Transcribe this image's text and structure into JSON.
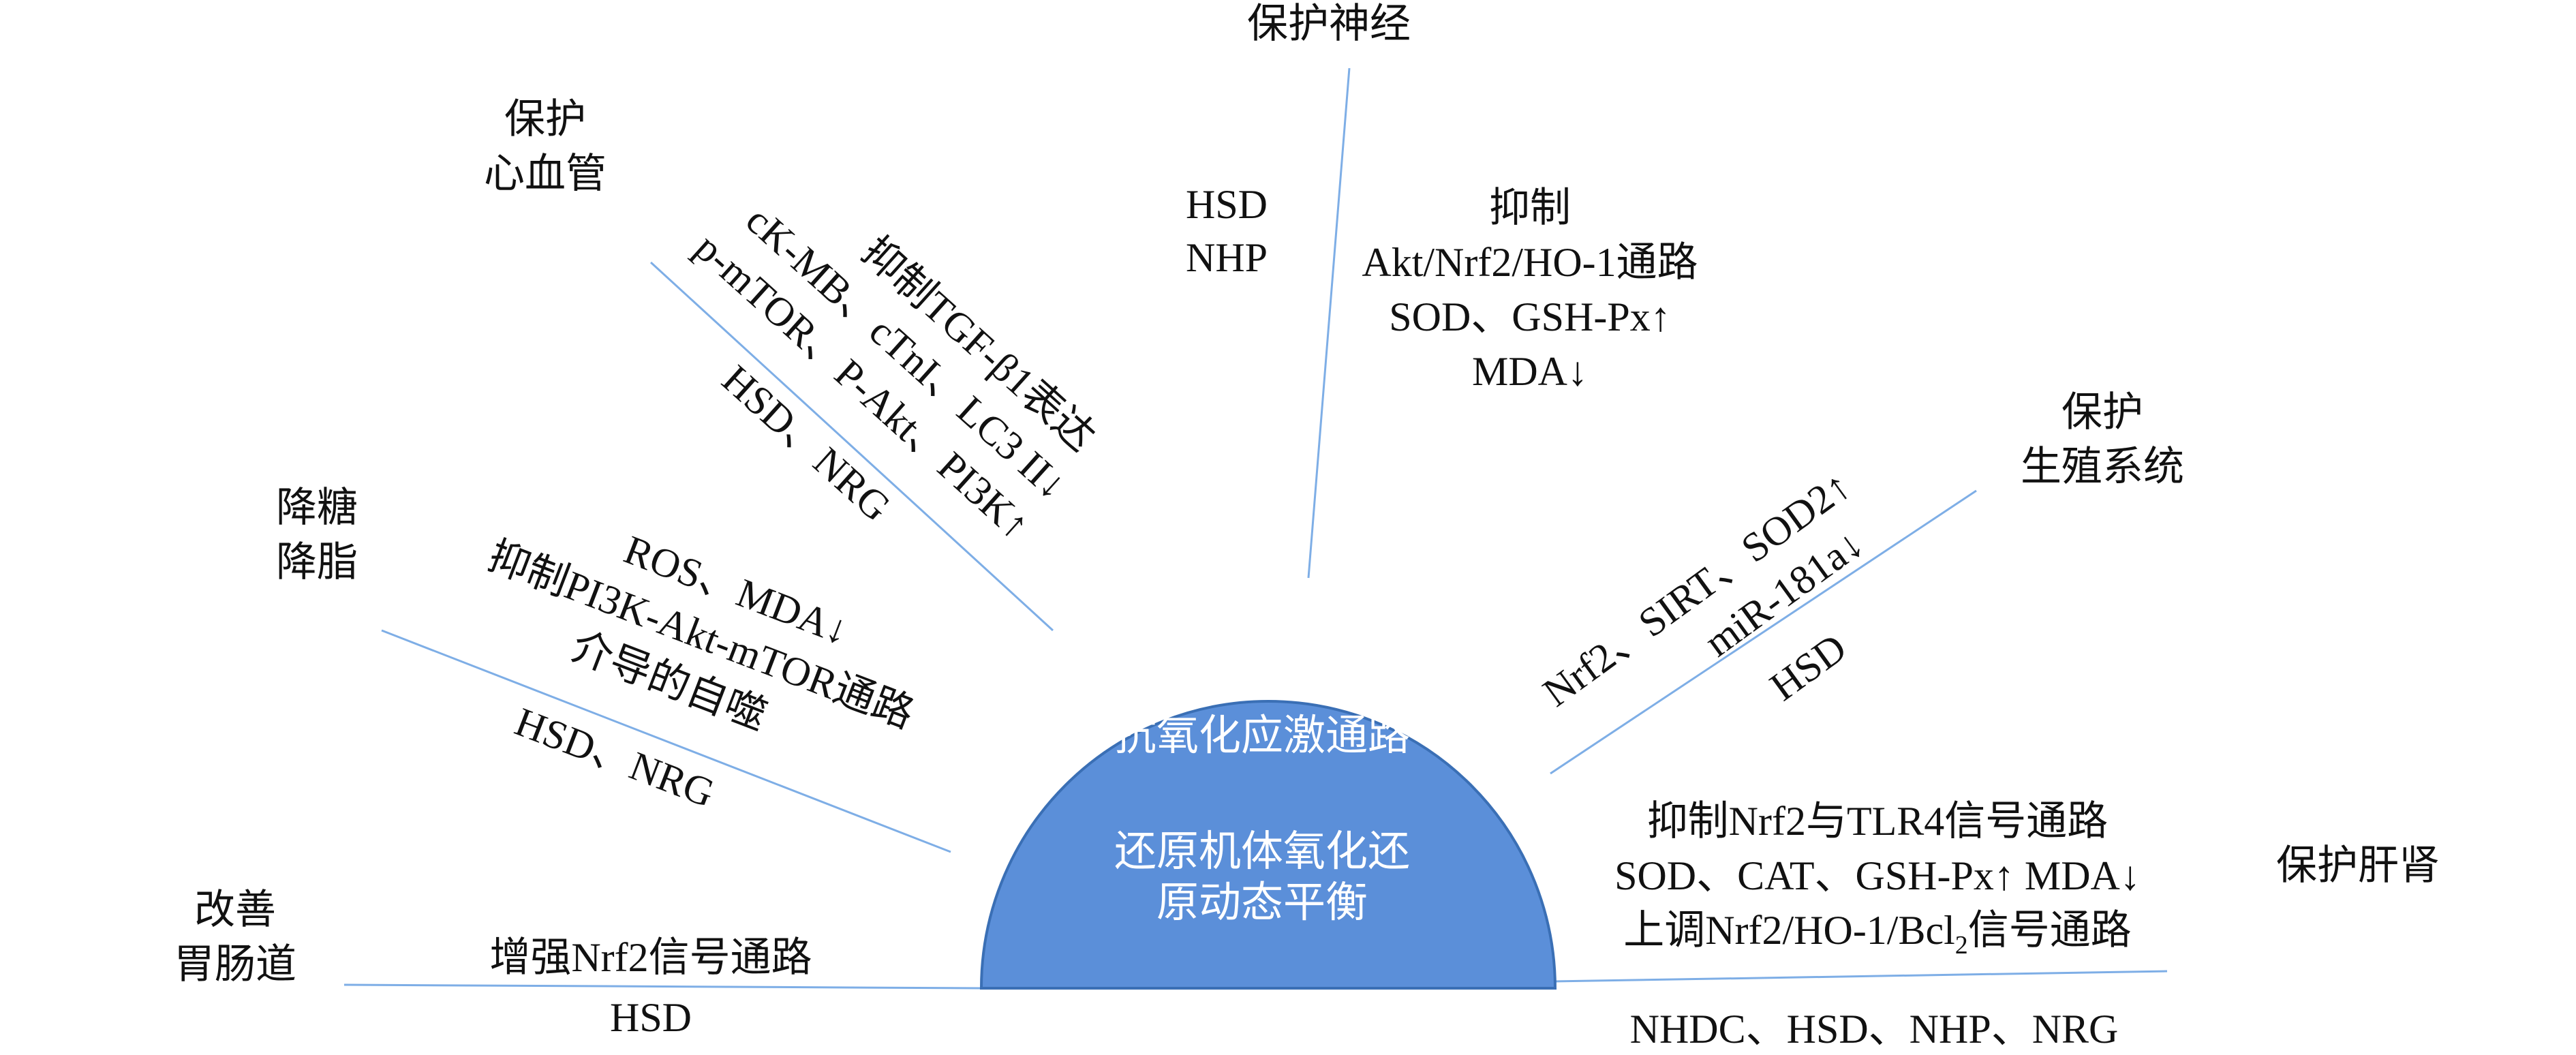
{
  "center": {
    "line1": "抗氧化应激通路",
    "line2": "还原机体氧化还",
    "line3": "原动态平衡"
  },
  "branches": {
    "neuro": {
      "title": "保护神经",
      "sources": [
        "HSD",
        "NHP"
      ],
      "mechanisms": [
        "抑制",
        "Akt/Nrf2/HO-1通路",
        "SOD、GSH-Px↑",
        "MDA↓"
      ]
    },
    "cardio": {
      "title": [
        "保护",
        "心血管"
      ],
      "mechanisms": [
        "抑制TGF-β1表达",
        "cK-MB、cTnI、LC3 II↓",
        "p-mTOR、P-Akt、PI3K↑"
      ],
      "sources": "HSD、NRG"
    },
    "glucose": {
      "title": [
        "降糖",
        "降脂"
      ],
      "mechanisms": [
        "ROS、MDA↓",
        "抑制PI3K-Akt-mTOR通路",
        "介导的自噬"
      ],
      "sources": "HSD、NRG"
    },
    "gut": {
      "title": [
        "改善",
        "胃肠道"
      ],
      "mechanism": "增强Nrf2信号通路",
      "sources": "HSD"
    },
    "repro": {
      "title": [
        "保护",
        "生殖系统"
      ],
      "mechanisms": [
        "Nrf2、SIRT、SOD2↑",
        "miR-181a↓"
      ],
      "sources": "HSD"
    },
    "liver": {
      "title": "保护肝肾",
      "mechanisms": [
        "抑制Nrf2与TLR4信号通路",
        "SOD、CAT、GSH-Px↑ MDA↓",
        "上调Nrf2/HO-1/Bcl",
        "信号通路"
      ],
      "subscript": "2",
      "sources": "NHDC、HSD、NHP、NRG"
    }
  },
  "colors": {
    "center_fill": "#5b8fd9",
    "center_stroke": "#3a6fb5",
    "line": "#7eaee6",
    "text": "#111111",
    "center_text": "#ffffff"
  }
}
